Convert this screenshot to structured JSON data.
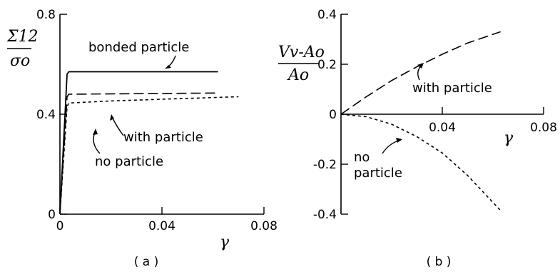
{
  "chart_data": [
    {
      "type": "line",
      "panel": "a",
      "caption": "( a )",
      "xlabel": "γ",
      "ylabel_num": "Σ12",
      "ylabel_den": "σo",
      "xlim": [
        0,
        0.08
      ],
      "ylim": [
        0,
        0.8
      ],
      "x_ticks": [
        0,
        0.04,
        0.08
      ],
      "x_tick_labels": [
        "0",
        "0.04",
        "0.08"
      ],
      "y_ticks": [
        0,
        0.4,
        0.8
      ],
      "y_tick_labels": [
        "0",
        "0.4",
        "0.8"
      ],
      "series": [
        {
          "name": "bonded particle",
          "style": "solid",
          "x": [
            0,
            0.0028,
            0.0035,
            0.062
          ],
          "y": [
            0,
            0.56,
            0.57,
            0.57
          ]
        },
        {
          "name": "with particle",
          "style": "dashed",
          "x": [
            0,
            0.0028,
            0.0035,
            0.062
          ],
          "y": [
            0,
            0.47,
            0.48,
            0.485
          ]
        },
        {
          "name": "no particle",
          "style": "dotted",
          "x": [
            0,
            0.0028,
            0.0035,
            0.02,
            0.04,
            0.07
          ],
          "y": [
            0,
            0.43,
            0.445,
            0.453,
            0.46,
            0.47
          ]
        }
      ]
    },
    {
      "type": "line",
      "panel": "b",
      "caption": "( b )",
      "xlabel": "γ",
      "ylabel_num": "Vv-Ao",
      "ylabel_den": "Ao",
      "xlim": [
        0,
        0.08
      ],
      "ylim": [
        -0.4,
        0.4
      ],
      "x_ticks": [
        0.04,
        0.08
      ],
      "x_tick_labels": [
        "0.04",
        "0.08"
      ],
      "y_ticks": [
        -0.4,
        -0.2,
        0,
        0.2,
        0.4
      ],
      "y_tick_labels": [
        "-0.4",
        "-0.2",
        "0",
        "0.2",
        "0.4"
      ],
      "series": [
        {
          "name": "with particle",
          "style": "dashed",
          "x": [
            0,
            0.01,
            0.02,
            0.03,
            0.04,
            0.05,
            0.063
          ],
          "y": [
            0,
            0.07,
            0.135,
            0.19,
            0.24,
            0.285,
            0.33
          ]
        },
        {
          "name": "no particle",
          "style": "dotted",
          "x": [
            0,
            0.01,
            0.02,
            0.03,
            0.04,
            0.05,
            0.063
          ],
          "y": [
            0,
            -0.01,
            -0.04,
            -0.09,
            -0.155,
            -0.245,
            -0.385
          ]
        }
      ]
    }
  ]
}
